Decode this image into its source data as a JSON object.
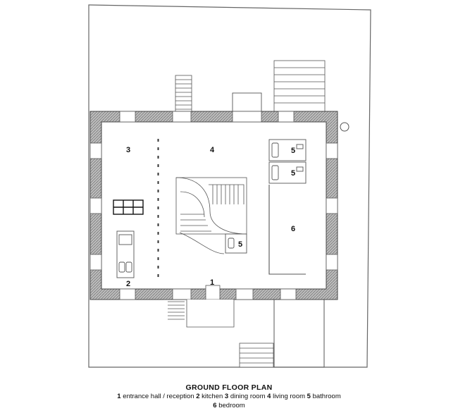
{
  "caption": {
    "title": "GROUND FLOOR PLAN",
    "legend": [
      {
        "num": "1",
        "name": "entrance hall / reception"
      },
      {
        "num": "2",
        "name": "kitchen"
      },
      {
        "num": "3",
        "name": "dining room"
      },
      {
        "num": "4",
        "name": "living room"
      },
      {
        "num": "5",
        "name": "bathroom"
      },
      {
        "num": "6",
        "name": "bedroom"
      }
    ]
  },
  "room_labels": {
    "entrance": "1",
    "kitchen": "2",
    "dining": "3",
    "living": "4",
    "bath_top": "5",
    "bath_mid": "5",
    "bath_stair": "5",
    "bedroom": "6"
  },
  "colors": {
    "line": "#555555",
    "wall_fill": "#9a9a9a"
  }
}
